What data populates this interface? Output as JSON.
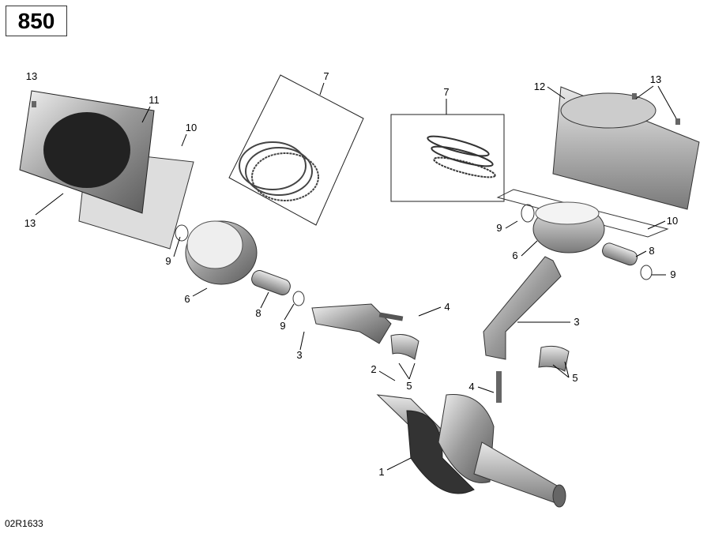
{
  "model_label": "850",
  "reference_code": "02R1633",
  "callouts": [
    "13",
    "11",
    "10",
    "13",
    "7",
    "7",
    "12",
    "13",
    "9",
    "6",
    "8",
    "9",
    "4",
    "3",
    "2",
    "5",
    "4",
    "1",
    "3",
    "5",
    "9",
    "10",
    "6",
    "8",
    "9"
  ]
}
